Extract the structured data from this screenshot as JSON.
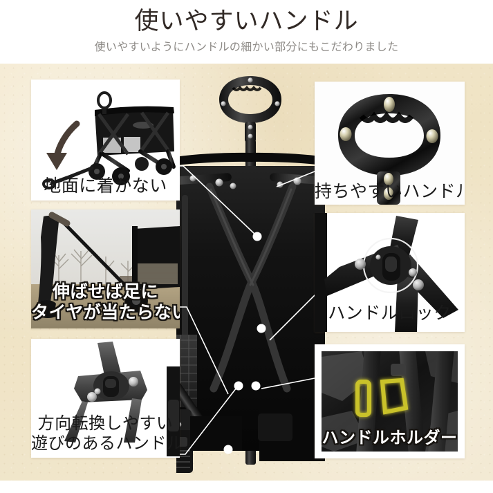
{
  "header": {
    "title": "使いやすいハンドル",
    "subtitle": "使いやすいようにハンドルの細かい部分にもこだわりました"
  },
  "colors": {
    "panel_background": "#f1e5c8",
    "page_background": "#ffffff",
    "title_text": "#322a26",
    "subtitle_text": "#8d8a86",
    "caption_dark": "#1a1a1a",
    "caption_light": "#ffffff",
    "caption_outline": "#16130f",
    "connector_line": "#ffffff",
    "connector_dot": "#ffffff",
    "product_black": "#1b1b1b",
    "highlight_yellow": "#c9c22a"
  },
  "center_product": {
    "name": "folding-wagon-with-handle",
    "description": "黒い折りたたみワゴンのハンドル部分"
  },
  "callouts": [
    {
      "id": "box-tl",
      "position": "top-left",
      "caption": "地面に着かない",
      "caption_style": "plain",
      "photo": "wagon-full-view-with-arrow"
    },
    {
      "id": "box-ml",
      "position": "middle-left",
      "caption_lines": [
        "伸ばせば足に",
        "タイヤが当たらない"
      ],
      "caption_style": "outlined",
      "photo": "person-pulling-wagon-outdoors"
    },
    {
      "id": "box-bl",
      "position": "bottom-left",
      "caption_lines": [
        "方向転換しやすい",
        "遊びのあるハンドル"
      ],
      "caption_style": "plain",
      "photo": "handle-joint-closeup"
    },
    {
      "id": "box-tr",
      "position": "top-right",
      "caption": "持ちやすいハンドル",
      "caption_style": "plain",
      "photo": "oval-grip-handle-closeup"
    },
    {
      "id": "box-mr",
      "position": "middle-right",
      "caption": "ハンドルロック",
      "caption_style": "plain",
      "photo": "handle-lock-closeup-circled"
    },
    {
      "id": "box-br",
      "position": "bottom-right",
      "caption": "ハンドルホルダー",
      "caption_style": "outlined",
      "photo": "handle-holder-closeup-highlighted"
    }
  ]
}
